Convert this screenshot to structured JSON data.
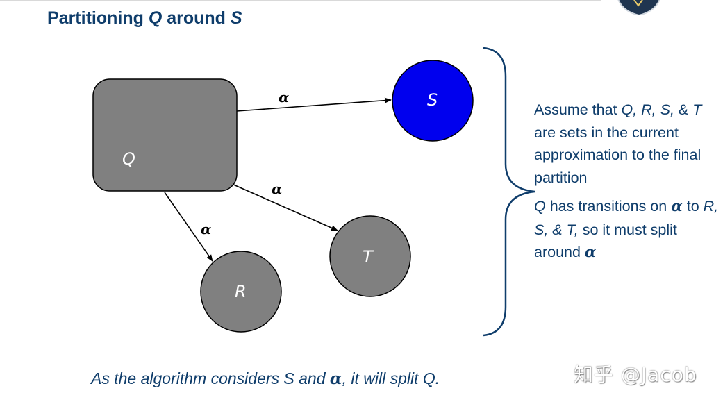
{
  "title": {
    "part1": "Partitioning ",
    "q": "Q",
    "part2": " around ",
    "s": "S"
  },
  "nodes": {
    "q": "Q",
    "s": "S",
    "t": "T",
    "r": "R"
  },
  "edges": {
    "q_to_s": "α",
    "q_to_t": "α",
    "q_to_r": "α"
  },
  "side": {
    "para1": {
      "t1": "Assume that ",
      "sets": "Q, R, S,",
      "t2": " & ",
      "t": "T",
      "t3": " are sets in the current approximation to the final partition"
    },
    "para2": {
      "q": "Q",
      "t1": "  has transitions on ",
      "alpha": "α",
      "t2": " to ",
      "targets": "R, S, & T,",
      "t3": " so it must split around ",
      "alpha2": "α"
    }
  },
  "caption": {
    "t1": "As the algorithm considers S and ",
    "alpha": "α",
    "t2": ", it will split Q."
  },
  "watermark": "知乎 @Jacob",
  "colors": {
    "title_blue": "#0f3d6b",
    "node_gray": "#808080",
    "node_s_blue": "#0000ee",
    "brace": "#0f3d6b"
  }
}
